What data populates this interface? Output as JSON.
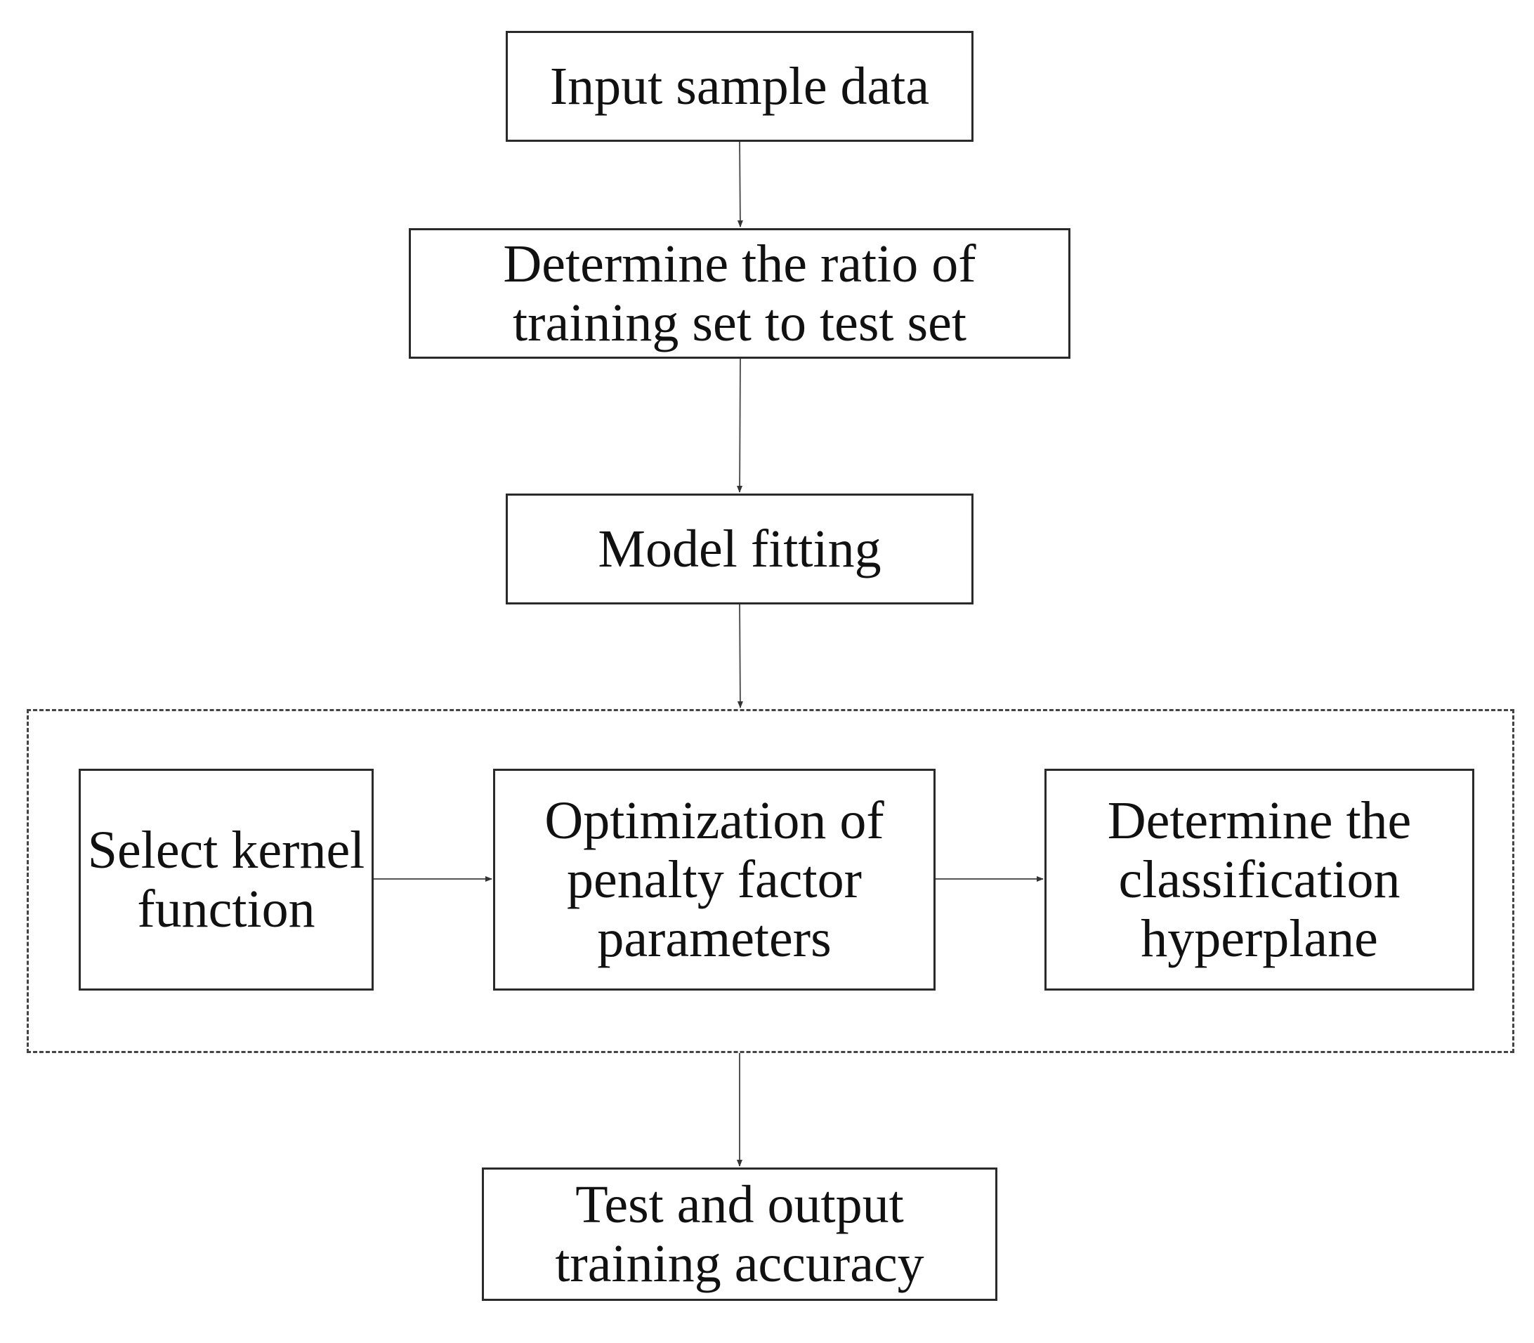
{
  "colors": {
    "border": "#2a2a2a",
    "dashed_border": "#444444",
    "arrow": "#555555",
    "text": "#111111",
    "background": "#ffffff"
  },
  "nodes": {
    "input": {
      "lines": [
        "Input sample data"
      ]
    },
    "ratio": {
      "lines": [
        "Determine the ratio of",
        "training set to test set"
      ]
    },
    "fitting": {
      "lines": [
        "Model fitting"
      ]
    },
    "kernel": {
      "lines": [
        "Select kernel",
        "function"
      ]
    },
    "optimization": {
      "lines": [
        "Optimization of",
        "penalty factor",
        "parameters"
      ]
    },
    "hyperplane": {
      "lines": [
        "Determine the",
        "classification",
        "hyperplane"
      ]
    },
    "test": {
      "lines": [
        "Test and output",
        "training accuracy"
      ]
    }
  },
  "edges": [
    {
      "from": "input",
      "to": "ratio"
    },
    {
      "from": "ratio",
      "to": "fitting"
    },
    {
      "from": "fitting",
      "to": "group"
    },
    {
      "from": "kernel",
      "to": "optimization"
    },
    {
      "from": "optimization",
      "to": "hyperplane"
    },
    {
      "from": "group",
      "to": "test"
    }
  ]
}
